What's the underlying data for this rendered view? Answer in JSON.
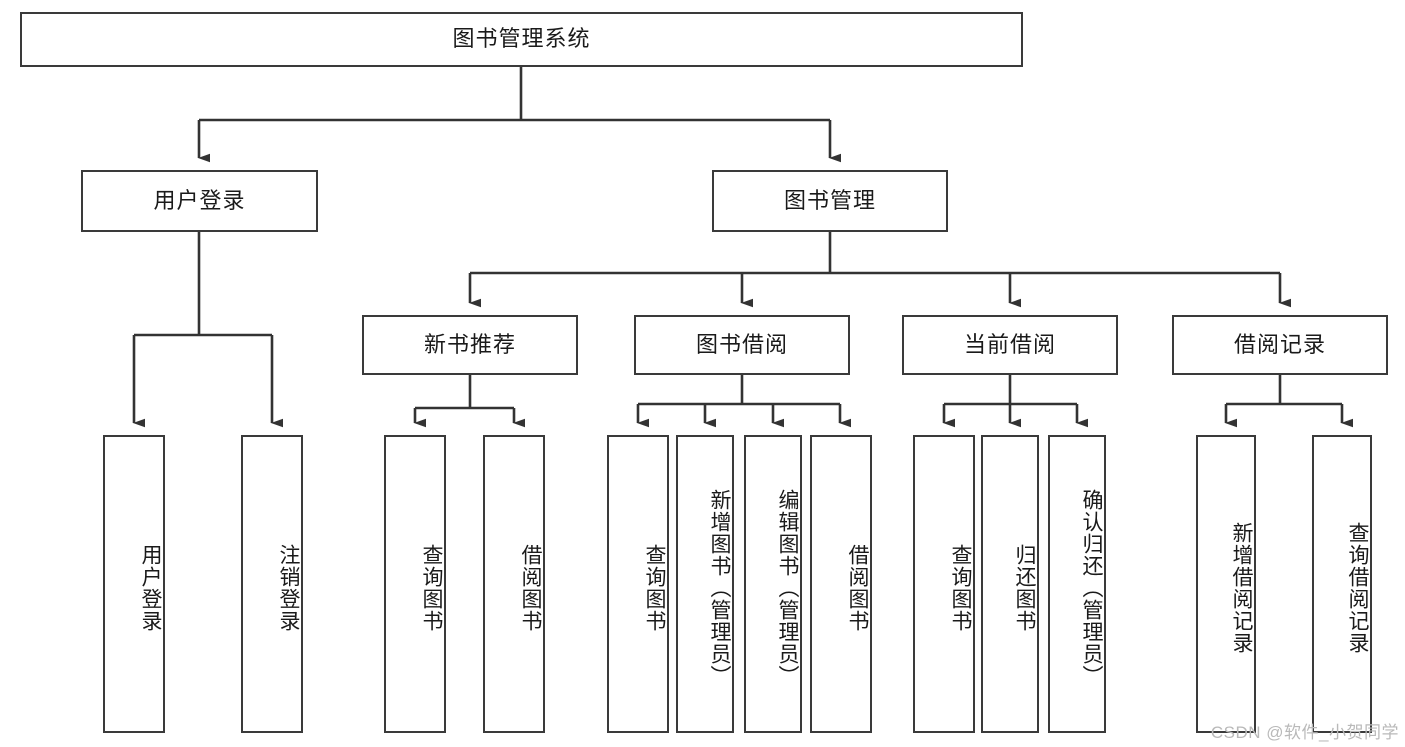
{
  "diagram": {
    "type": "tree-hierarchy",
    "title": "图书管理系统",
    "watermark": "CSDN @软件_小贺同学",
    "colors": {
      "box_border": "#3a3a3a",
      "box_fill": "#ffffff",
      "edge": "#333333",
      "text": "#1a1a1a",
      "watermark": "#b9b9b9",
      "background": "#ffffff"
    },
    "levels": {
      "root": {
        "label": "图书管理系统"
      },
      "level1": [
        {
          "label": "用户登录"
        },
        {
          "label": "图书管理"
        }
      ],
      "level2": [
        {
          "label": "新书推荐",
          "parent": "图书管理"
        },
        {
          "label": "图书借阅",
          "parent": "图书管理"
        },
        {
          "label": "当前借阅",
          "parent": "图书管理"
        },
        {
          "label": "借阅记录",
          "parent": "图书管理"
        }
      ],
      "leaves": {
        "user_login": [
          {
            "label": "用户登录"
          },
          {
            "label": "注销登录"
          }
        ],
        "new_book_recommend": [
          {
            "label": "查询图书"
          },
          {
            "label": "借阅图书"
          }
        ],
        "book_borrow": [
          {
            "label": "查询图书"
          },
          {
            "label": "新增图书（管理员）"
          },
          {
            "label": "编辑图书（管理员）"
          },
          {
            "label": "借阅图书"
          }
        ],
        "current_borrow": [
          {
            "label": "查询图书"
          },
          {
            "label": "归还图书"
          },
          {
            "label": "确认归还（管理员）"
          }
        ],
        "borrow_record": [
          {
            "label": "新增借阅记录"
          },
          {
            "label": "查询借阅记录"
          }
        ]
      }
    }
  }
}
